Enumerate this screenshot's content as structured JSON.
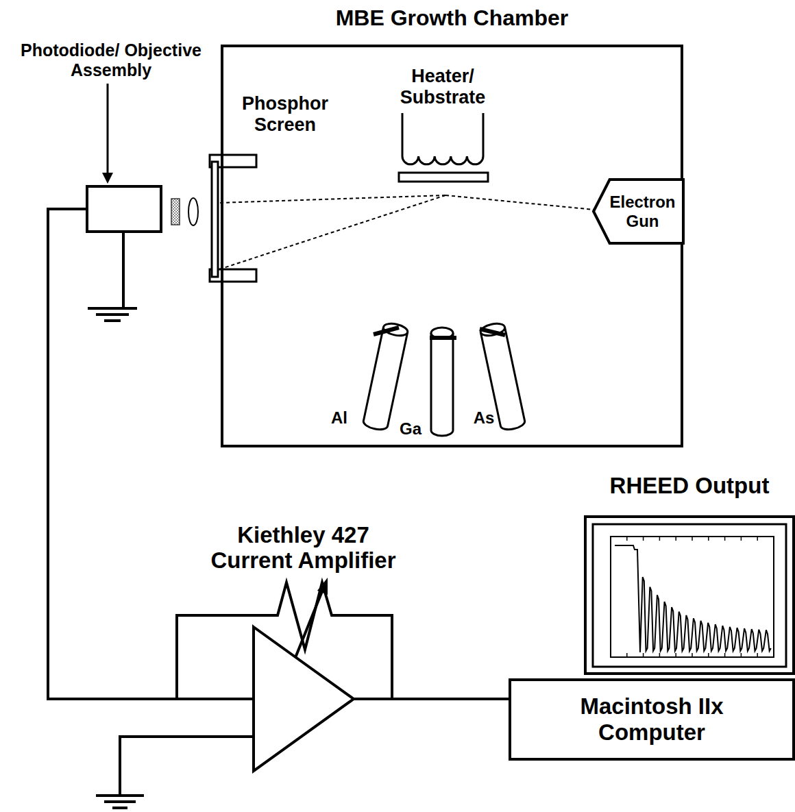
{
  "diagram": {
    "nodes": [
      {
        "text": [
          "MBE Growth Chamber"
        ]
      },
      {
        "text": [
          "Photodiode/ Objective Assembly"
        ]
      },
      {
        "text": [
          "Electron Gun"
        ],
        "in": 0
      },
      {
        "text": [
          "Kiethley 427 Current Amplifier"
        ]
      },
      {
        "text": [
          "RHEED Output"
        ]
      },
      {
        "text": [
          "Macintosh IIx Computer"
        ]
      }
    ],
    "edges": [
      {
        "from": 1,
        "to": 3,
        "arrow": "none"
      },
      {
        "from": 3,
        "to": 5,
        "arrow": "none"
      }
    ],
    "labels": [
      "Phosphor Screen",
      "Heater/ Substrate",
      "Al",
      "Ga",
      "As"
    ]
  }
}
